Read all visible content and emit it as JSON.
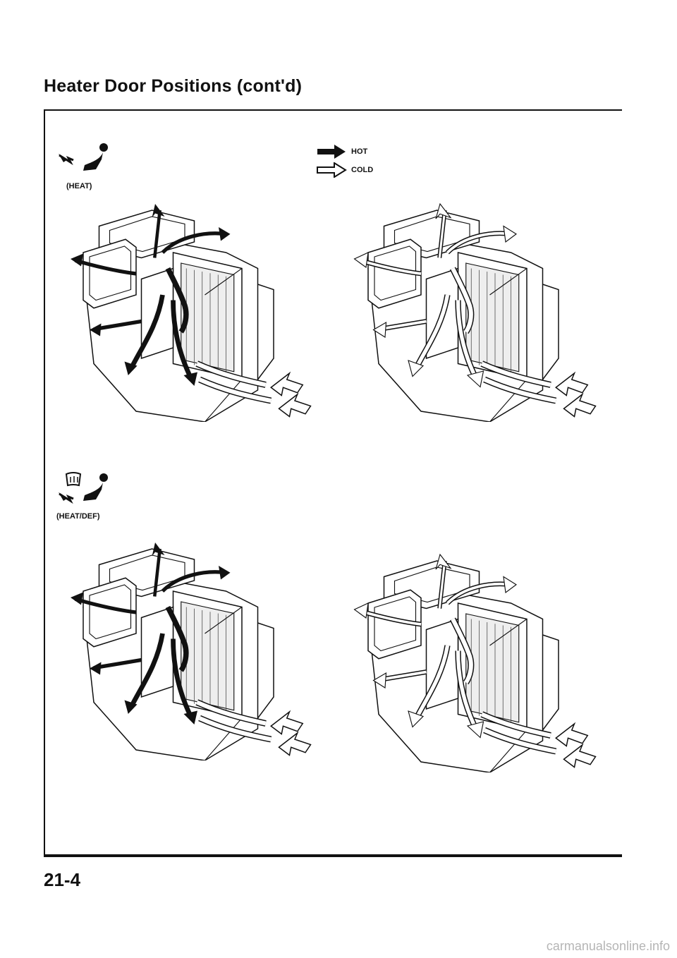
{
  "page": {
    "title": "Heater Door Positions (cont'd)",
    "page_number": "21-4",
    "watermark": "carmanualsonline.info"
  },
  "legend": {
    "hot_label": "HOT",
    "cold_label": "COLD",
    "hot_icon": "solid-arrow-icon",
    "cold_icon": "outline-arrow-icon"
  },
  "modes": [
    {
      "label": "(HEAT)",
      "icon": "vent-feet-icon"
    },
    {
      "label": "(HEAT/DEF)",
      "icon": "defrost-feet-icon"
    }
  ],
  "colors": {
    "ink": "#111111",
    "paper": "#ffffff"
  }
}
